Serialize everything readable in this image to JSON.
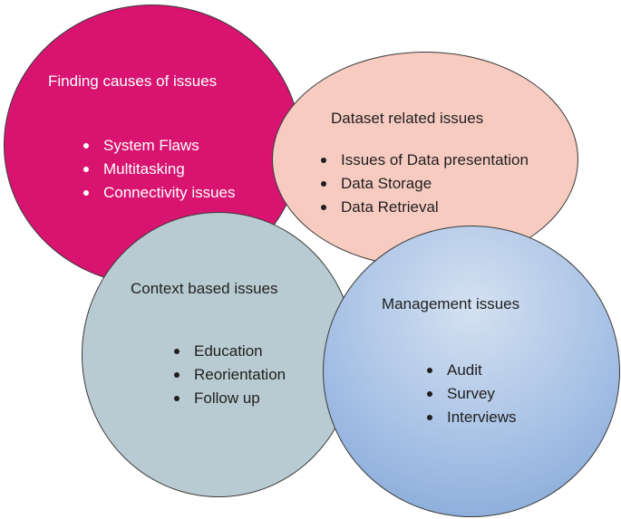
{
  "groups": [
    {
      "title": "Finding causes of issues",
      "color": "#d81470",
      "items": [
        "System Flaws",
        "Multitasking",
        "Connectivity issues"
      ]
    },
    {
      "title": "Dataset related issues",
      "color": "#f7cbc0",
      "items": [
        "Issues of Data presentation",
        "Data Storage",
        "Data Retrieval"
      ]
    },
    {
      "title": "Context  based issues",
      "color": "#b9cbd2",
      "items": [
        "Education",
        "Reorientation",
        "Follow up"
      ]
    },
    {
      "title": "Management  issues",
      "color": "#a7c1e5",
      "items": [
        "Audit",
        "Survey",
        "Interviews"
      ]
    }
  ]
}
